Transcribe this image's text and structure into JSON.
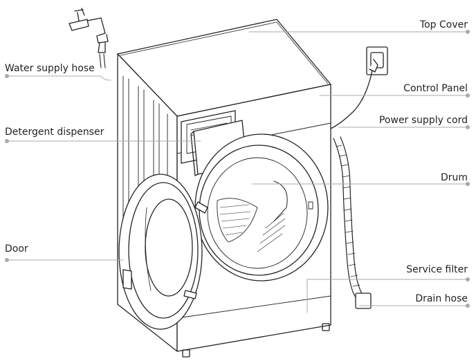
{
  "diagram": {
    "line_color": "#222222",
    "leader_color": "#a9a9a9",
    "labels": {
      "top_cover": "Top Cover",
      "water_supply_hose": "Water supply hose",
      "control_panel": "Control Panel",
      "power_supply_cord": "Power supply cord",
      "detergent_dispenser": "Detergent dispenser",
      "drum": "Drum",
      "door": "Door",
      "service_filter": "Service filter",
      "drain_hose": "Drain hose"
    }
  }
}
